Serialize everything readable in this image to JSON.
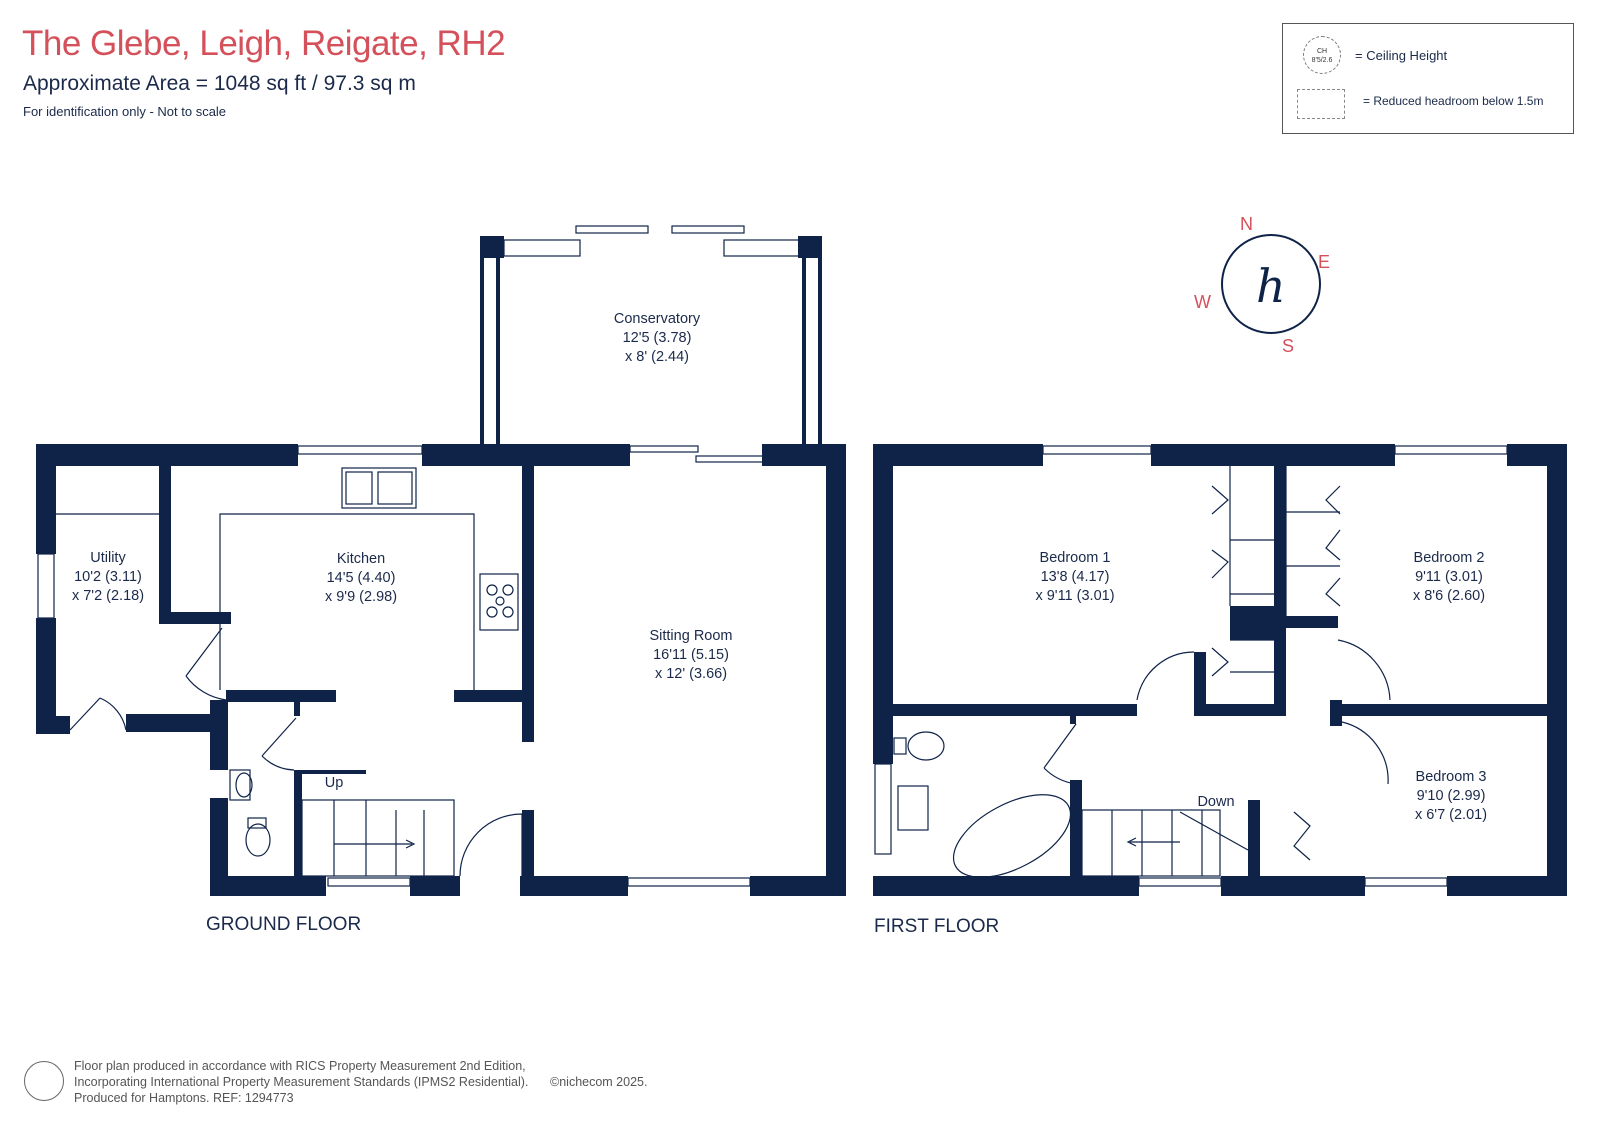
{
  "header": {
    "title": "The Glebe, Leigh, Reigate, RH2",
    "area": "Approximate Area = 1048 sq ft / 97.3 sq m",
    "note": "For identification only - Not to scale"
  },
  "legend": {
    "ceiling_symbol_line1": "CH",
    "ceiling_symbol_line2": "8'5/2.6",
    "ceiling_label": "= Ceiling Height",
    "reduced_label": "= Reduced headroom below 1.5m"
  },
  "compass": {
    "n": "N",
    "e": "E",
    "s": "S",
    "w": "W",
    "logo": "h"
  },
  "ground_floor": {
    "label": "GROUND FLOOR",
    "stairs_label": "Up",
    "rooms": [
      {
        "name": "Conservatory",
        "dim1": "12'5 (3.78)",
        "dim2": "x 8' (2.44)"
      },
      {
        "name": "Utility",
        "dim1": "10'2 (3.11)",
        "dim2": "x 7'2 (2.18)"
      },
      {
        "name": "Kitchen",
        "dim1": "14'5 (4.40)",
        "dim2": "x 9'9 (2.98)"
      },
      {
        "name": "Sitting Room",
        "dim1": "16'11 (5.15)",
        "dim2": "x 12' (3.66)"
      }
    ]
  },
  "first_floor": {
    "label": "FIRST FLOOR",
    "stairs_label": "Down",
    "rooms": [
      {
        "name": "Bedroom 1",
        "dim1": "13'8 (4.17)",
        "dim2": "x 9'11 (3.01)"
      },
      {
        "name": "Bedroom 2",
        "dim1": "9'11 (3.01)",
        "dim2": "x 8'6 (2.60)"
      },
      {
        "name": "Bedroom 3",
        "dim1": "9'10 (2.99)",
        "dim2": "x 6'7 (2.01)"
      }
    ]
  },
  "footer": {
    "line1": "Floor plan produced in accordance with RICS Property Measurement 2nd Edition,",
    "line2": "Incorporating International Property Measurement Standards (IPMS2 Residential).",
    "line3": "Produced for Hamptons.   REF: 1294773",
    "copyright": "©nichecom 2025."
  },
  "colors": {
    "wall": "#0f2348",
    "title": "#d4505a",
    "text": "#1b2a4a"
  }
}
